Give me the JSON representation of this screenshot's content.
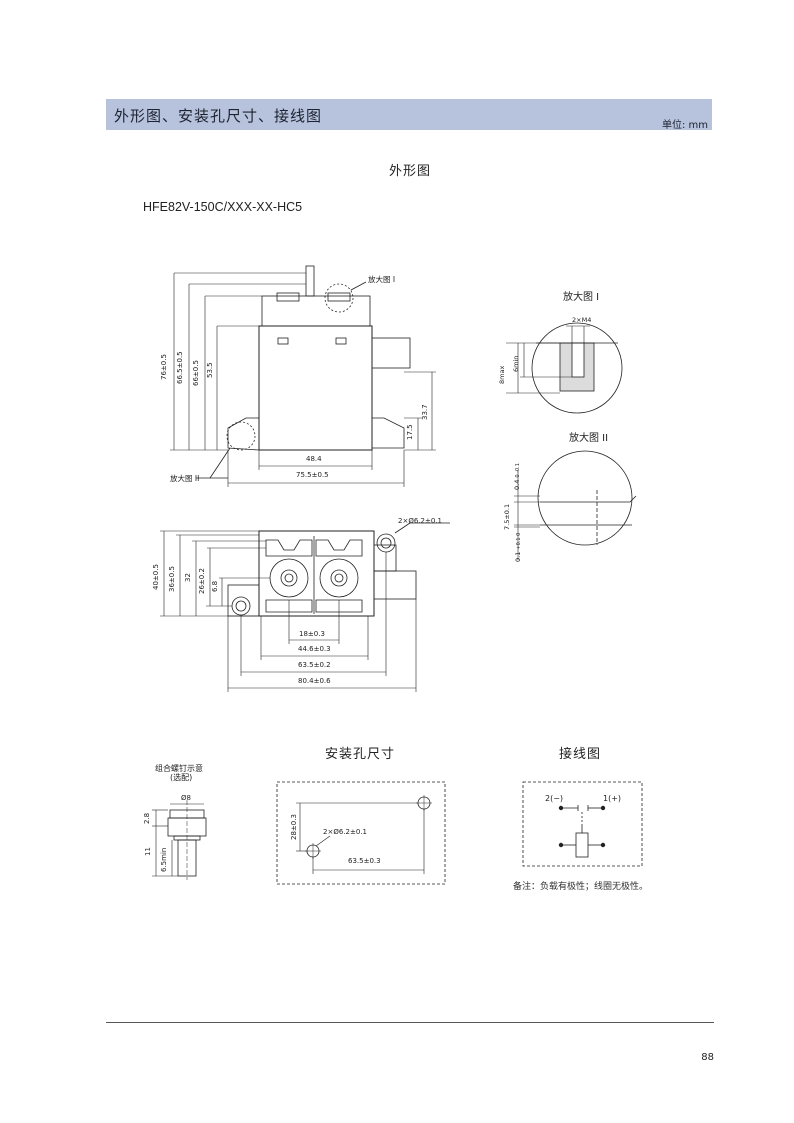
{
  "header": {
    "title": "外形图、安装孔尺寸、接线图",
    "unit": "单位: mm"
  },
  "outline": {
    "title": "外形图",
    "model": "HFE82V-150C/XXX-XX-HC5",
    "detail1_label": "放大图 I",
    "detail2_label": "放大图 II",
    "detail1_callout": "放大图 I",
    "detail2_callout": "放大图 II",
    "dims_front": {
      "h1": "76±0.5",
      "h2": "66.5±0.5",
      "h3": "66±0.5",
      "h4": "53.5",
      "h5": "33.7",
      "h6": "17.5",
      "w1": "48.4",
      "w2": "75.5±0.5"
    },
    "dims_top": {
      "hole": "2×Ø6.2±0.1",
      "v1": "40±0.5",
      "v2": "36±0.5",
      "v3": "32",
      "v4": "26±0.2",
      "v5": "6.8",
      "w1": "18±0.3",
      "w2": "44.6±0.3",
      "w3": "63.5±0.2",
      "w4": "80.4±0.6"
    },
    "dims_detail1": {
      "thread": "2×M4",
      "d1": "8max",
      "d2": "6min"
    },
    "dims_detail2": {
      "d1": "0.4",
      "d1_tol": "0 -0.1",
      "d2": "7.5±0.1",
      "d3": "0.1",
      "d3_tol": "+0.1 0"
    }
  },
  "mounting": {
    "title": "安装孔尺寸",
    "screw_title": "组合螺钉示意",
    "screw_subtitle": "(选配)",
    "screw_dims": {
      "d": "Ø8",
      "h1": "2.8",
      "h2": "11",
      "h3": "6.5min"
    },
    "hole_dims": {
      "v": "28±0.3",
      "hole": "2×Ø6.2±0.1",
      "w": "63.5±0.3"
    }
  },
  "wiring": {
    "title": "接线图",
    "pin2": "2(−)",
    "pin1": "1(+)",
    "note": "备注：负载有极性；线圈无极性。"
  },
  "footer": {
    "page": "88"
  }
}
